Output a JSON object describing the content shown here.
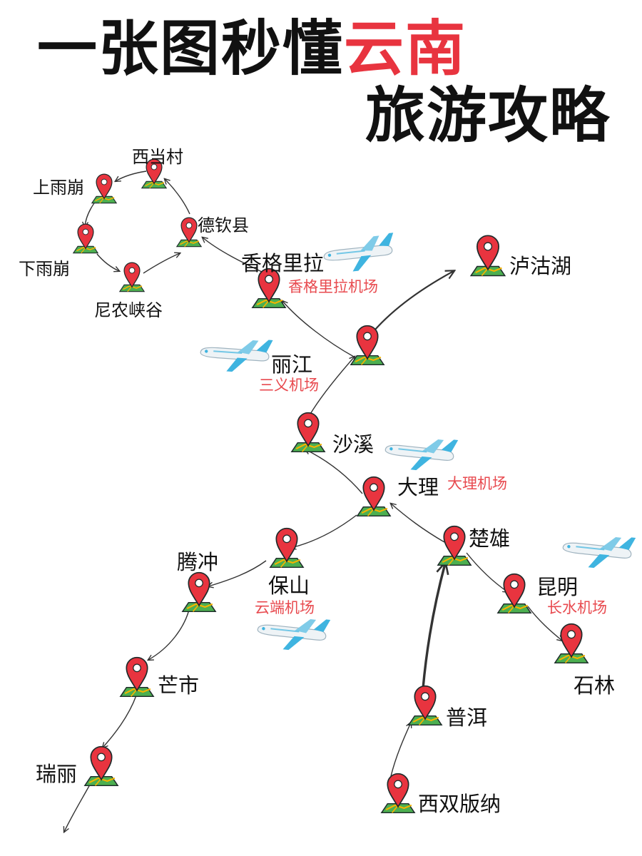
{
  "title": {
    "part1": "一张图秒懂",
    "highlight": "云南",
    "line2": "旅游攻略"
  },
  "colors": {
    "accent": "#e8343f",
    "pin": "#e8343f",
    "map_green": "#4caf50",
    "airport_text": "#e84a4f",
    "plane_blue": "#3fb4e0"
  },
  "places": {
    "xidang": "西当村",
    "shangyubeng": "上雨崩",
    "xiayubeng": "下雨崩",
    "ninong": "尼农峡谷",
    "deqin": "德钦县",
    "shangrila": "香格里拉",
    "lugu": "泸沽湖",
    "lijiang": "丽江",
    "shaxi": "沙溪",
    "dali": "大理",
    "chuxiong": "楚雄",
    "tengchong": "腾冲",
    "baoshan": "保山",
    "kunming": "昆明",
    "shilin": "石林",
    "mangshi": "芒市",
    "puer": "普洱",
    "ruili": "瑞丽",
    "xishuangbanna": "西双版纳"
  },
  "airports": {
    "shangrila": "香格里拉机场",
    "lijiang": "三义机场",
    "dali": "大理机场",
    "baoshan": "云端机场",
    "kunming": "长水机场"
  },
  "icons": {
    "pin": "map-pin-icon",
    "plane": "airplane-icon"
  }
}
